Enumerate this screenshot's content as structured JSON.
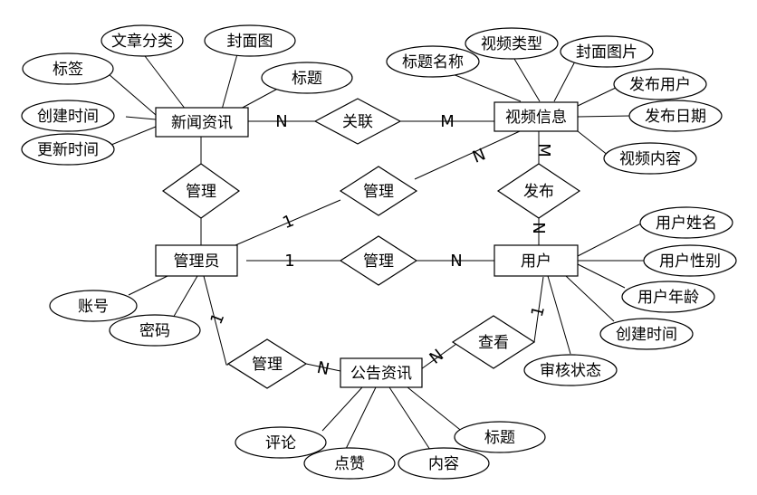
{
  "entities": {
    "news": "新闻资讯",
    "video": "视频信息",
    "admin": "管理员",
    "user": "用户",
    "notice": "公告资讯"
  },
  "relationships": {
    "link": "关联",
    "manage_news": "管理",
    "manage_video": "管理",
    "publish": "发布",
    "manage_user": "管理",
    "manage_notice": "管理",
    "view": "查看"
  },
  "attributes": {
    "news": [
      "文章分类",
      "封面图",
      "标签",
      "标题",
      "创建时间",
      "更新时间"
    ],
    "video": [
      "视频类型",
      "标题名称",
      "封面图片",
      "发布用户",
      "发布日期",
      "视频内容"
    ],
    "admin": [
      "账号",
      "密码"
    ],
    "user": [
      "用户姓名",
      "用户性别",
      "用户年龄",
      "创建时间",
      "审核状态"
    ],
    "notice": [
      "评论",
      "点赞",
      "内容",
      "标题"
    ]
  },
  "cardinalities": {
    "news_link": "N",
    "link_video": "M",
    "admin_manage_news": "1",
    "manage_news_video": "N",
    "video_publish": "M",
    "publish_user": "N",
    "admin_manage_user": "1",
    "manage_user_user": "N",
    "admin_manage_notice": "1",
    "manage_notice_notice": "N",
    "notice_view": "N",
    "view_user": "1"
  }
}
